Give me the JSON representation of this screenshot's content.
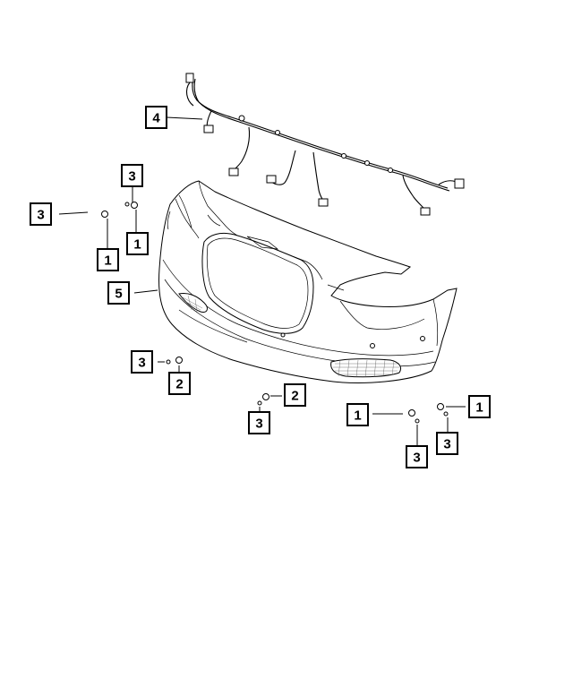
{
  "diagram": {
    "callouts": [
      {
        "id": "c4",
        "label": "4"
      },
      {
        "id": "c3a",
        "label": "3"
      },
      {
        "id": "c3b",
        "label": "3"
      },
      {
        "id": "c1a",
        "label": "1"
      },
      {
        "id": "c1b",
        "label": "1"
      },
      {
        "id": "c5",
        "label": "5"
      },
      {
        "id": "c3c",
        "label": "3"
      },
      {
        "id": "c2a",
        "label": "2"
      },
      {
        "id": "c2b",
        "label": "2"
      },
      {
        "id": "c3d",
        "label": "3"
      },
      {
        "id": "c1c",
        "label": "1"
      },
      {
        "id": "c1d",
        "label": "1"
      },
      {
        "id": "c3e",
        "label": "3"
      },
      {
        "id": "c3f",
        "label": "3"
      }
    ],
    "parts": [
      {
        "number": "1",
        "kind": "nut-fastener"
      },
      {
        "number": "2",
        "kind": "nut-fastener"
      },
      {
        "number": "3",
        "kind": "screw-fastener"
      },
      {
        "number": "4",
        "kind": "wiring-harness"
      },
      {
        "number": "5",
        "kind": "front-bumper-fascia"
      }
    ]
  }
}
